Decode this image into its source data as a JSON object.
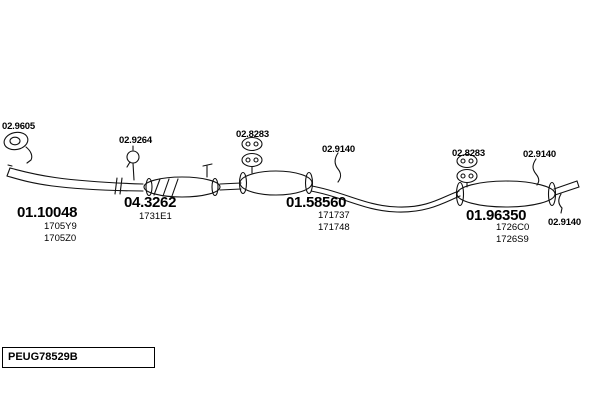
{
  "page": {
    "background": "#ffffff",
    "line_color": "#111111"
  },
  "hardware_labels": {
    "front_flange_gasket": "02.9605",
    "front_clamp": "02.9264",
    "mid_rubber_mount": "02.8283",
    "mid_hanger": "02.9140",
    "rear_rubber_mount": "02.8283",
    "rear_hanger": "02.9140",
    "tail_hanger": "02.9140"
  },
  "assemblies": {
    "front_pipe": {
      "part": "01.10048",
      "alt1": "1705Y9",
      "alt2": "1705Z0"
    },
    "catalytic_converter": {
      "part": "04.3262",
      "alt1": "1731E1"
    },
    "centre_silencer": {
      "part": "01.58560",
      "alt1": "171737",
      "alt2": "171748"
    },
    "rear_silencer": {
      "part": "01.96350",
      "alt1": "1726C0",
      "alt2": "1726S9"
    }
  },
  "footer": {
    "code": "PEUG78529B"
  }
}
